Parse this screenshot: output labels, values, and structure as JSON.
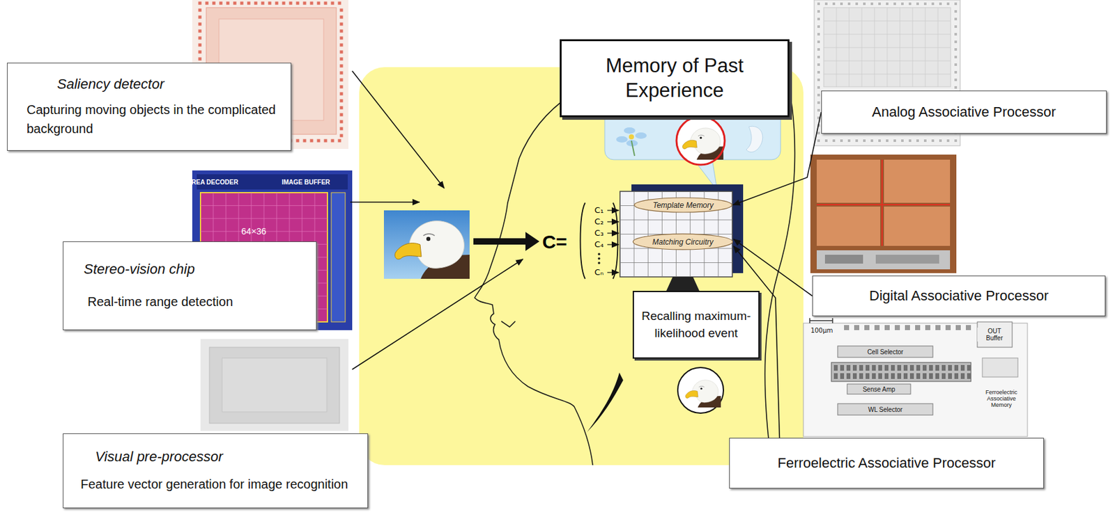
{
  "diagram": {
    "nodes": [
      {
        "text": [
          "Saliency detector",
          "Capturing moving objects in the complicated background"
        ]
      },
      {
        "text": [
          "Memory of Past Experience"
        ]
      },
      {
        "text": [
          "Analog Associative Processor"
        ]
      },
      {
        "text": [
          "Stereo-vision chip",
          "Real-time range detection"
        ]
      },
      {
        "text": [
          "Template Memory"
        ]
      },
      {
        "text": [
          "Matching Circuitry"
        ]
      },
      {
        "text": [
          "Digital Associative Processor"
        ]
      },
      {
        "text": [
          "Recalling maximum-likelihood event"
        ]
      },
      {
        "text": [
          "Visual pre-processor",
          "Feature vector generation for image recognition"
        ]
      },
      {
        "text": [
          "Ferroelectric Associative Processor"
        ]
      }
    ],
    "edges": [
      {
        "from": 2,
        "to": 4,
        "arrow": "to"
      },
      {
        "from": 6,
        "to": 5,
        "arrow": "to"
      },
      {
        "from": 9,
        "to": 5,
        "arrow": "to"
      }
    ],
    "labels": [
      "AREA DECODER",
      "IMAGE BUFFER",
      "64×36",
      "C=",
      "C₁",
      "C₂",
      "C₃",
      "C₄",
      "Cₙ",
      "100μm",
      "OUT Buffer",
      "Cell Selector",
      "Ferroelectric Associative Memory",
      "Sense Amp",
      "WL Selector"
    ]
  }
}
